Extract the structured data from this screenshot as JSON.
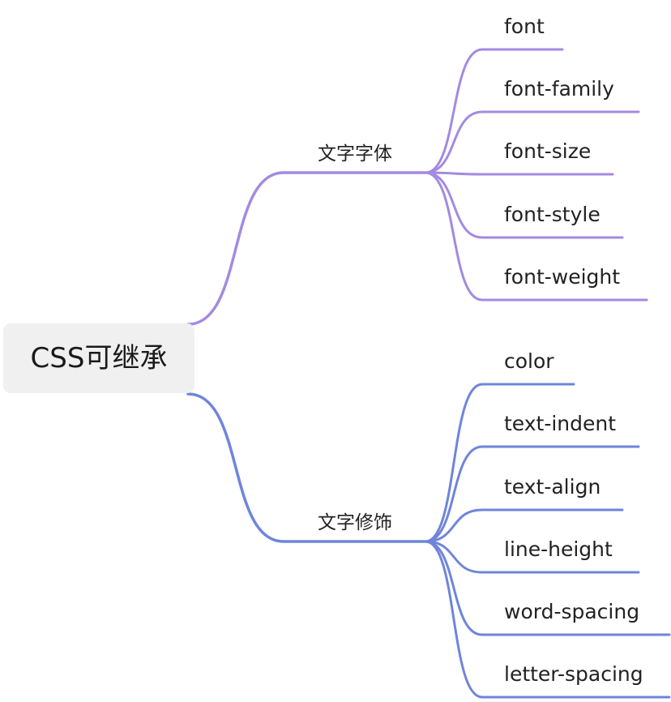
{
  "root": {
    "label": "CSS可继承"
  },
  "branches": [
    {
      "label": "文字字体",
      "color": "#a48ae0",
      "children": [
        "font",
        "font-family",
        "font-size",
        "font-style",
        "font-weight"
      ]
    },
    {
      "label": "文字修饰",
      "color": "#6f85db",
      "children": [
        "color",
        "text-indent",
        "text-align",
        "line-height",
        "word-spacing",
        "letter-spacing"
      ]
    }
  ],
  "colors": {
    "root_background": "#f0f0f0",
    "text": "#222222"
  }
}
